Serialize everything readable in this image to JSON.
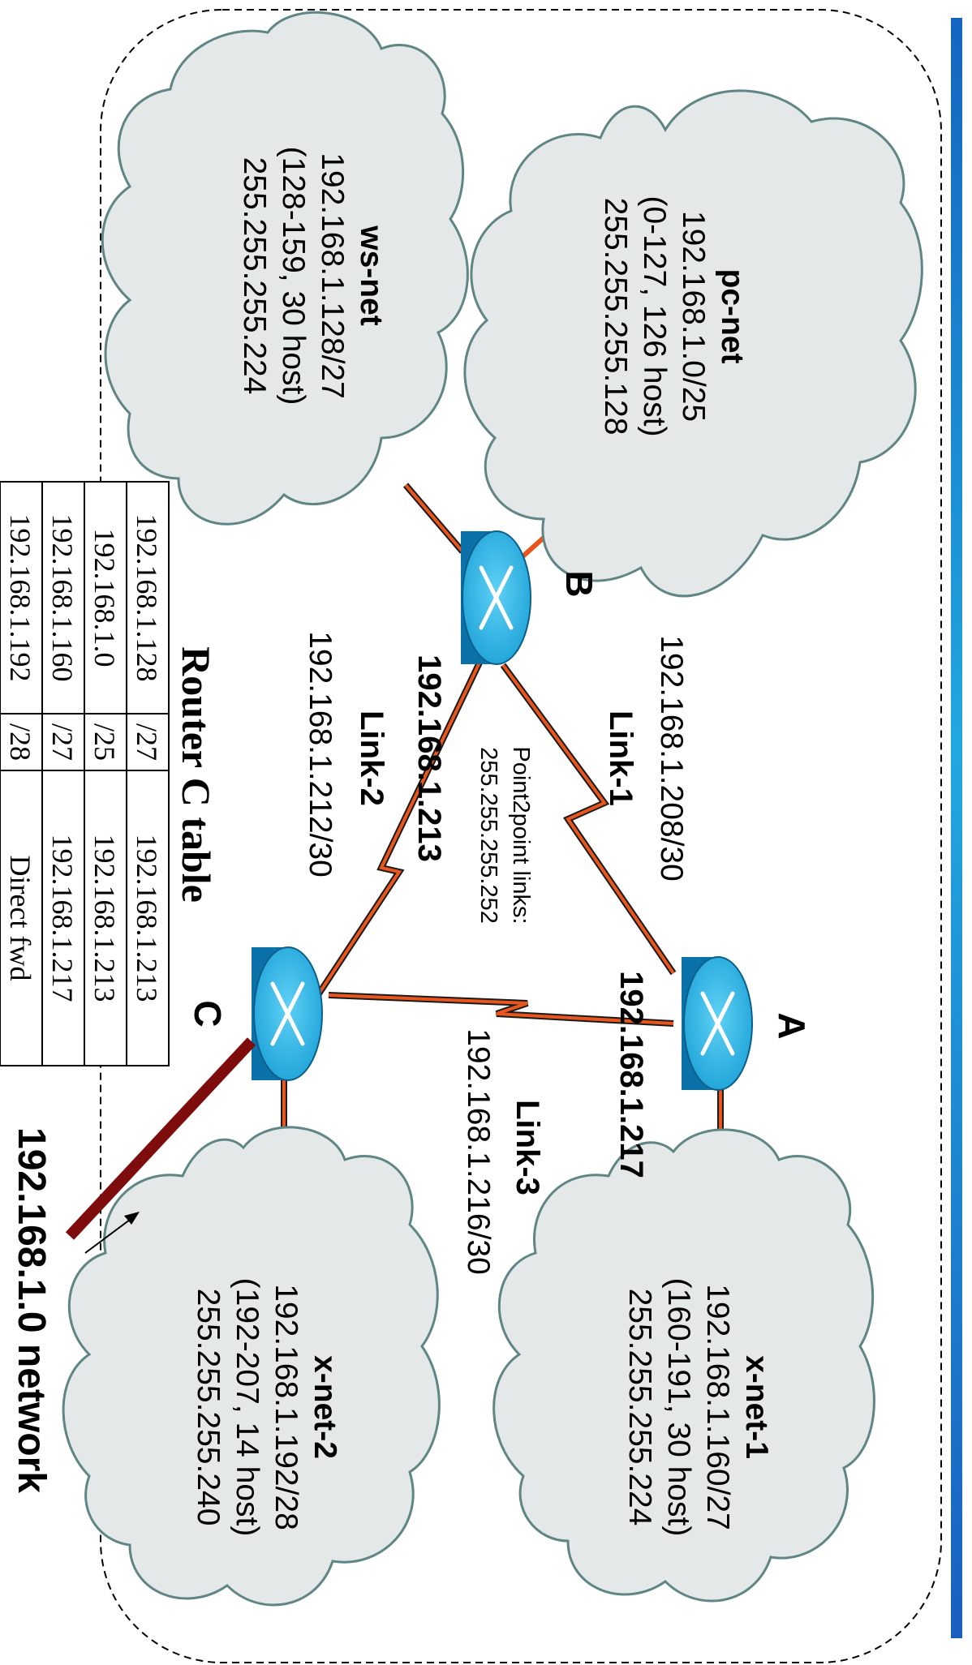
{
  "routers": [
    {
      "id": "A",
      "label": "A"
    },
    {
      "id": "B",
      "label": "B"
    },
    {
      "id": "C",
      "label": "C"
    }
  ],
  "clouds": {
    "pc_net": {
      "name": "pc-net",
      "lines": [
        "192.168.1.0/25",
        "(0-127, 126 host)",
        "255.255.255.128"
      ]
    },
    "ws_net": {
      "name": "ws-net",
      "lines": [
        "192.168.1.128/27",
        "(128-159, 30 host)",
        "255.255.255.224"
      ]
    },
    "x_net_1": {
      "name": "x-net-1",
      "lines": [
        "192.168.1.160/27",
        "(160-191, 30 host)",
        "255.255.255.224"
      ]
    },
    "x_net_2": {
      "name": "x-net-2",
      "lines": [
        "192.168.1.192/28",
        "(192-207, 14 host)",
        "255.255.255.240"
      ]
    }
  },
  "links": {
    "link1": {
      "name": "Link-1",
      "network": "192.168.1.208/30"
    },
    "link2": {
      "name": "Link-2",
      "network": "192.168.1.212/30",
      "router_b_ip": "192.168.1.213"
    },
    "link3": {
      "name": "Link-3",
      "network": "192.168.1.216/30",
      "router_a_ip": "192.168.1.217"
    }
  },
  "p2p_note": {
    "line1": "Point2point links:",
    "line2": "255.255.255.252"
  },
  "router_c_table": {
    "title": "Router C table",
    "rows": [
      [
        "192.168.1.128",
        "/27",
        "192.168.1.213"
      ],
      [
        "192.168.1.0",
        "/25",
        "192.168.1.213"
      ],
      [
        "192.168.1.160",
        "/27",
        "192.168.1.217"
      ],
      [
        "192.168.1.192",
        "/28",
        "Direct fwd"
      ]
    ]
  },
  "incoming_network": "192.168.1.0 network",
  "colors": {
    "link": "#e8561e",
    "cloud_fill": "#e4e8e8",
    "cloud_stroke": "#5f8585",
    "router_top": "#29b6e8",
    "router_side": "#0a72a8",
    "arrow_line": "#7e0c0c",
    "side_bar": "#1a7fd0"
  }
}
